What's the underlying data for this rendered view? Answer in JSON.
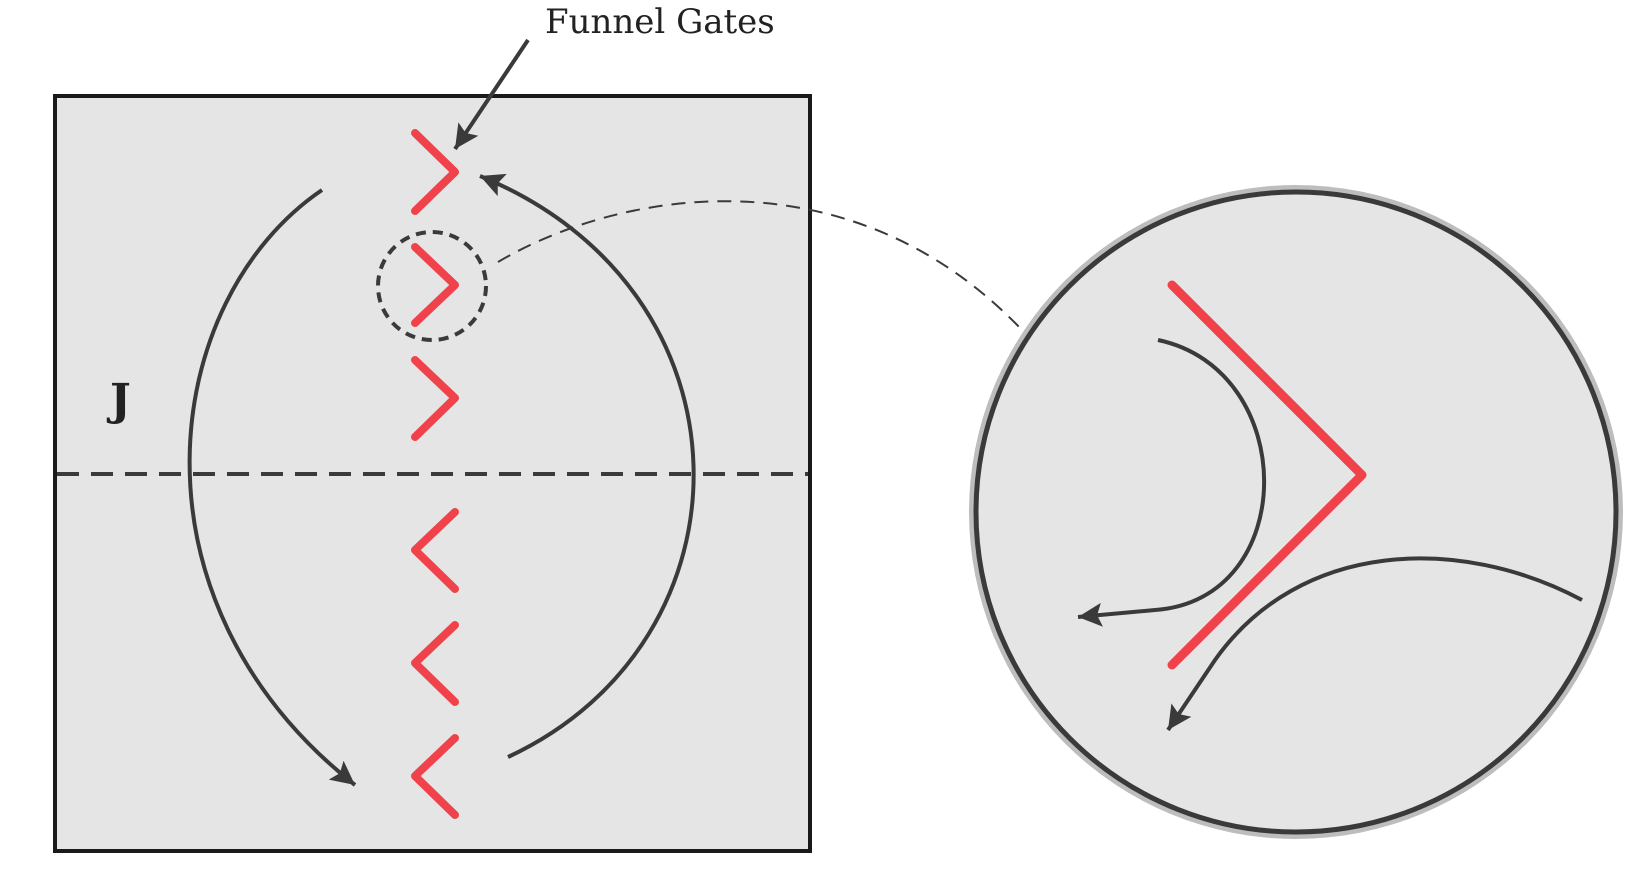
{
  "annotation": {
    "text": "Funnel Gates"
  },
  "region_label": {
    "text": "J"
  },
  "colors": {
    "background": "#ffffff",
    "panel_fill": "#e5e5e5",
    "panel_stroke": "#1a1a1a",
    "gate": "#f0424a",
    "flow": "#3a3a3a",
    "zoom_ring": "#bdbdbd"
  },
  "gates": {
    "upper_orientation": "right-pointing",
    "lower_orientation": "left-pointing",
    "count": 6
  }
}
